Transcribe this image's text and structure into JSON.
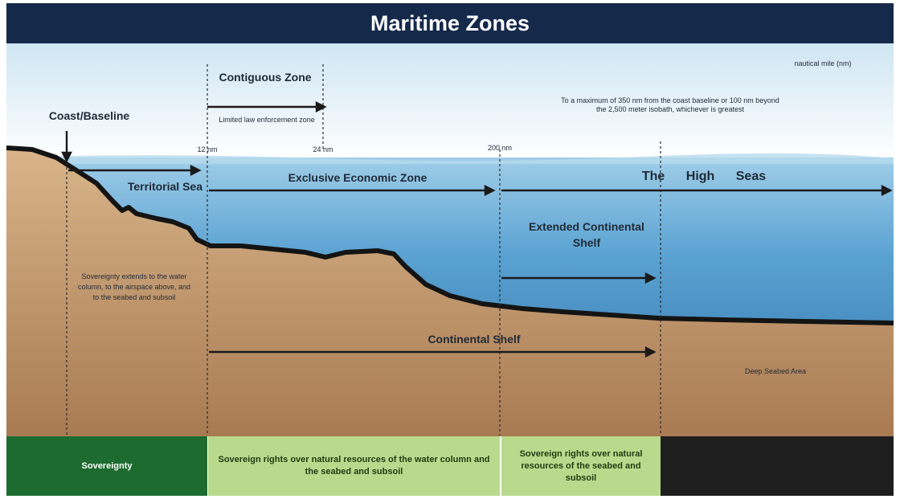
{
  "title": "Maritime Zones",
  "units_note": "nautical mile (nm)",
  "coast_baseline": "Coast/Baseline",
  "contiguous_zone": {
    "title": "Contiguous Zone",
    "sub": "Limited law enforcement zone"
  },
  "markers": {
    "m12": "12 nm",
    "m24": "24 nm",
    "m200": "200 nm"
  },
  "ecs_limit_note": "To a maximum of 350 nm from the coast baseline or 100 nm beyond the 2,500 meter isobath, whichever is greatest",
  "zones": {
    "territorial_sea": "Territorial Sea",
    "eez": "Exclusive Economic Zone",
    "high_seas": "The High Seas",
    "extended_shelf": "Extended Continental Shelf",
    "continental_shelf": "Continental Shelf",
    "deep_seabed": "Deep Seabed Area",
    "sovereignty_note": "Sovereignty extends to the water column, to the airspace above, and to the seabed and subsoil"
  },
  "rights_bar": {
    "sovereignty": "Sovereignty",
    "eez_rights": "Sovereign rights over natural resources of the water column and the seabed and subsoil",
    "shelf_rights": "Sovereign rights over natural resources of the seabed and subsoil"
  },
  "colors": {
    "header": "#15294b",
    "sovereignty": "#1d6b2f",
    "rights": "#b9d98c",
    "high_seas_bar": "#1e1e1e",
    "seabed": "#c79a6c",
    "water": "#4a93c6"
  }
}
